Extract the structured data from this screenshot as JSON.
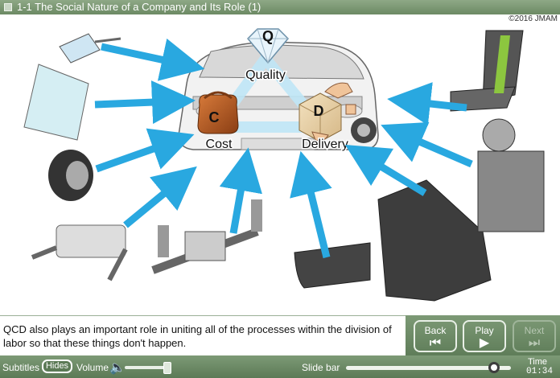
{
  "title": "1-1   The Social Nature of a Company and Its Role (1)",
  "copyright": "©2016 JMAM",
  "diagram": {
    "quality_letter": "Q",
    "quality_label": "Quality",
    "cost_letter": "C",
    "cost_label": "Cost",
    "delivery_letter": "D",
    "delivery_label": "Delivery"
  },
  "caption": "QCD also plays an important role in uniting all of the processes within the division of labor so that these things don't happen.",
  "nav": {
    "back_label": "Back",
    "play_label": "Play",
    "next_label": "Next"
  },
  "bottom": {
    "subtitles_label": "Subtitles",
    "hides_label": "Hides",
    "volume_label": "Volume",
    "slidebar_label": "Slide bar",
    "time_label": "Time",
    "time_value": "01:34"
  },
  "colors": {
    "arrow": "#29a8e0",
    "bar_green": "#6c8a64",
    "triangle": "#bfe6f6"
  }
}
